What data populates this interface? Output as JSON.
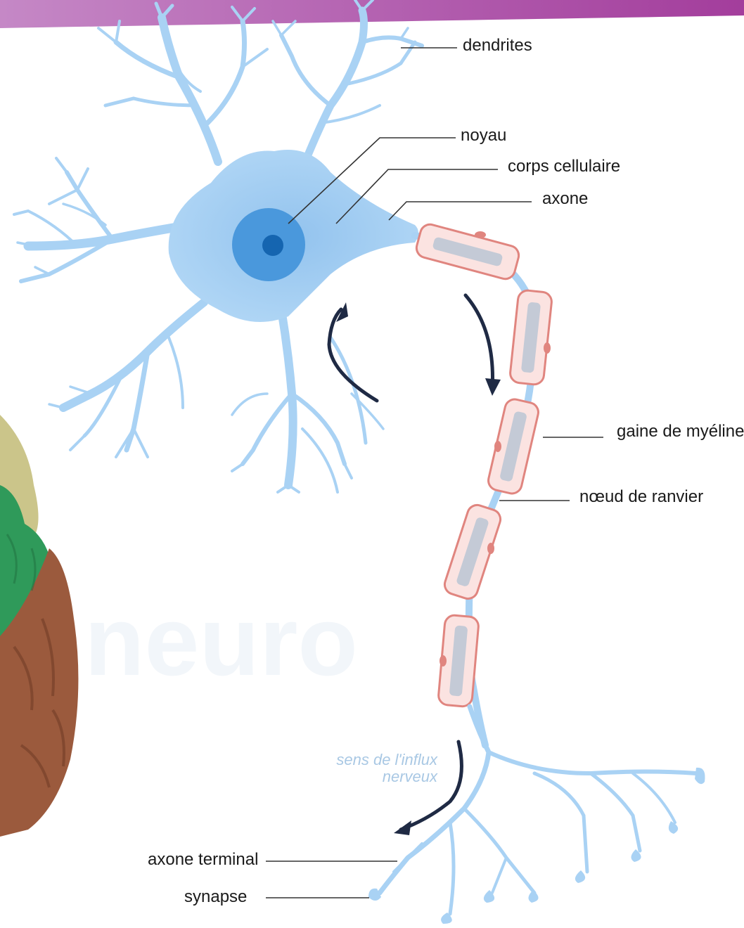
{
  "labels": {
    "dendrites": "dendrites",
    "noyau": "noyau",
    "corps_cellulaire": "corps cellulaire",
    "axone": "axone",
    "gaine_de_myeline": "gaine de myéline",
    "noeud_de_ranvier": "nœud de ranvier",
    "axone_terminal": "axone terminal",
    "synapse": "synapse"
  },
  "influx": {
    "line1": "sens de l'influx",
    "line2": "nerveux"
  },
  "colors": {
    "banner": "#a55bb5",
    "neuron_fill": "#a9d2f4",
    "neuron_stroke": "#7ab4e4",
    "nucleus_outer": "#4a98dc",
    "nucleus_inner": "#1565b0",
    "myelin_fill": "#fbe3e1",
    "myelin_stroke": "#e0857f",
    "axon_core": "#c4cad6",
    "arrow": "#1f2a44",
    "influx_text": "#a9c8e4"
  }
}
